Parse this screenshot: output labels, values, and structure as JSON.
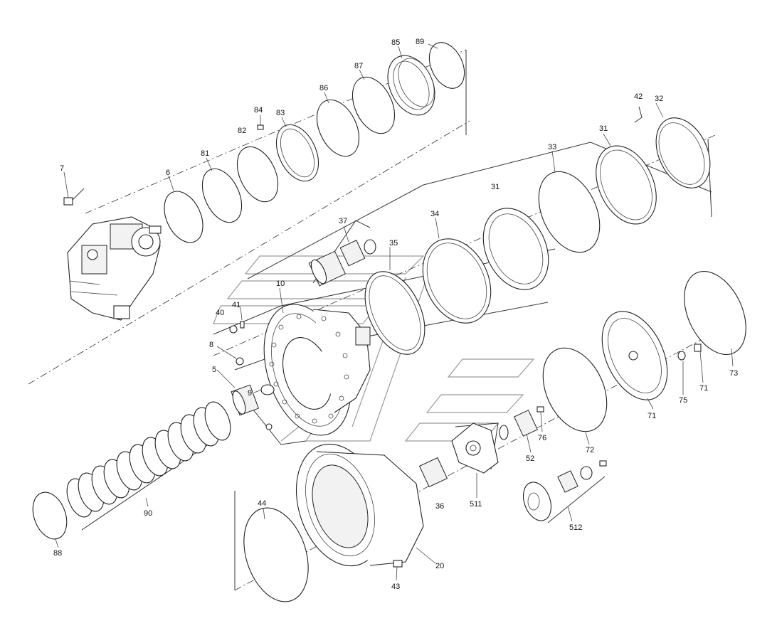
{
  "labels": {
    "l85": "85",
    "l89": "89",
    "l87": "87",
    "l86": "86",
    "l84": "84",
    "l83": "83",
    "l82": "82",
    "l81": "81",
    "l6": "6",
    "l7": "7",
    "l42": "42",
    "l32": "32",
    "l31a": "31",
    "l33": "33",
    "l31b": "31",
    "l34": "34",
    "l37": "37",
    "l35": "35",
    "l10": "10",
    "l40": "40",
    "l41": "41",
    "l8": "8",
    "l5": "5",
    "l9": "9",
    "l73": "73",
    "l71a": "71",
    "l75": "75",
    "l71b": "71",
    "l76": "76",
    "l52": "52",
    "l72": "72",
    "l36": "36",
    "l511": "511",
    "l512": "512",
    "l44": "44",
    "l90": "90",
    "l88": "88",
    "l20": "20",
    "l43": "43"
  },
  "colors": {
    "line": "#333333",
    "watermark": "#9a9a9a",
    "background": "#ffffff"
  }
}
